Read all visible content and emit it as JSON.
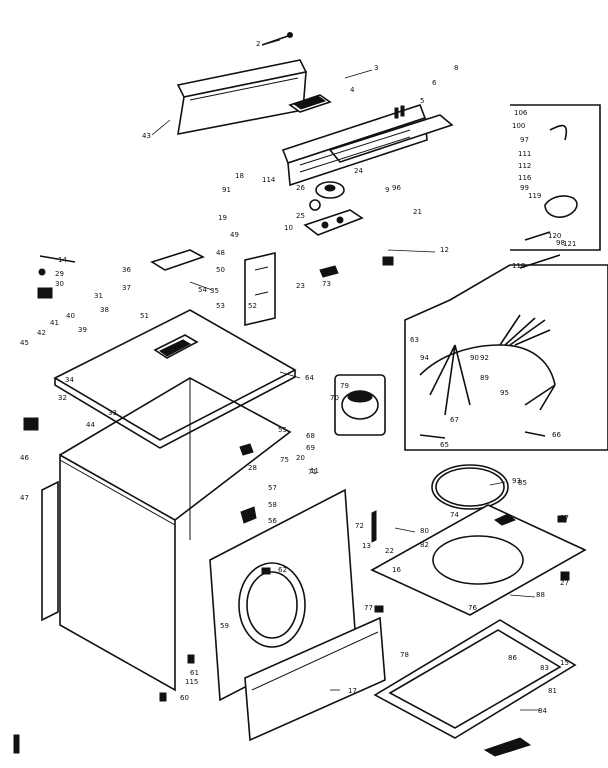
{
  "diagram": {
    "callouts": [
      "2",
      "3",
      "4",
      "5",
      "6",
      "8",
      "9",
      "10",
      "11",
      "12",
      "13",
      "14",
      "15",
      "16",
      "17",
      "18",
      "19",
      "20",
      "21",
      "22",
      "23",
      "24",
      "25",
      "26",
      "27",
      "28",
      "29",
      "30",
      "31",
      "32",
      "33",
      "34",
      "35",
      "36",
      "37",
      "38",
      "39",
      "40",
      "41",
      "42",
      "43",
      "44",
      "45",
      "46",
      "47",
      "48",
      "49",
      "50",
      "51",
      "52",
      "53",
      "54",
      "55",
      "56",
      "57",
      "58",
      "59",
      "60",
      "61",
      "62",
      "63",
      "64",
      "65",
      "66",
      "67",
      "68",
      "69",
      "70",
      "71",
      "72",
      "73",
      "74",
      "75",
      "76",
      "77",
      "78",
      "79",
      "80",
      "81",
      "82",
      "83",
      "84",
      "85",
      "86",
      "87",
      "88",
      "89",
      "90",
      "91",
      "92",
      "93",
      "94",
      "95",
      "96",
      "97",
      "98",
      "99",
      "100",
      "106",
      "111",
      "112",
      "114",
      "115",
      "116",
      "118",
      "119",
      "120",
      "121"
    ],
    "corner_mark": "▪"
  }
}
